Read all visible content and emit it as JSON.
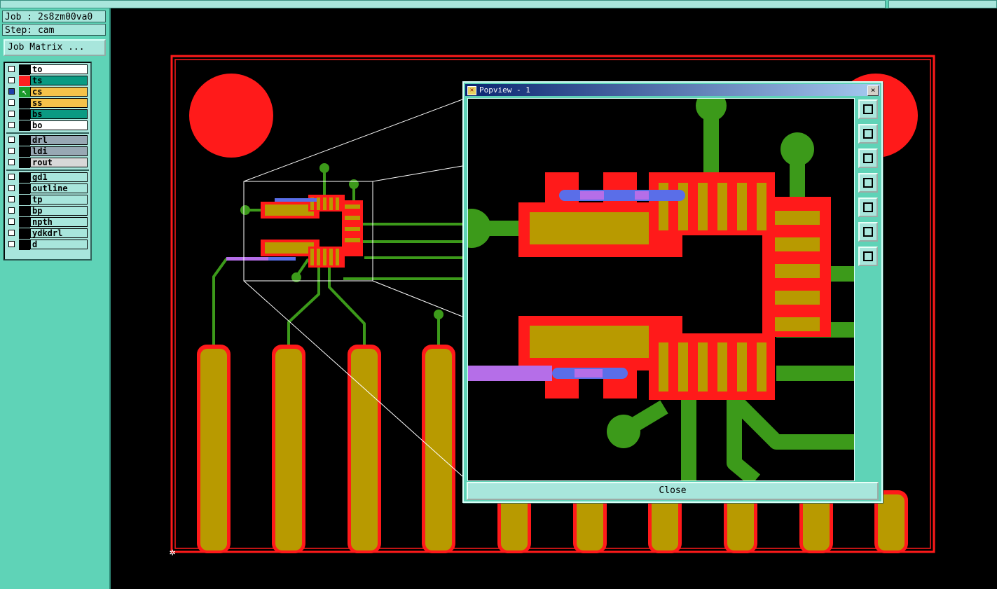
{
  "job": {
    "label": "Job : 2s8zm00va0",
    "step": "Step: cam",
    "matrix_button": "Job Matrix ..."
  },
  "layers": [
    {
      "name": "to",
      "color": "#ffffff",
      "swatch": "",
      "group": 0
    },
    {
      "name": "ts",
      "color": "#0a9a82",
      "swatch": "#ff2020",
      "group": 0
    },
    {
      "name": "cs",
      "color": "#f5c24a",
      "swatch": "#1a9a2a",
      "group": 0,
      "active": true
    },
    {
      "name": "ss",
      "color": "#f5c24a",
      "swatch": "",
      "group": 0
    },
    {
      "name": "bs",
      "color": "#0a9a82",
      "swatch": "",
      "group": 0
    },
    {
      "name": "bo",
      "color": "#ffffff",
      "swatch": "",
      "group": 0
    },
    {
      "name": "drl",
      "color": "#98a8b4",
      "swatch": "",
      "group": 1
    },
    {
      "name": "ldi",
      "color": "#98a8b4",
      "swatch": "",
      "group": 1
    },
    {
      "name": "rout",
      "color": "#d8d8d8",
      "swatch": "",
      "group": 1
    },
    {
      "name": "gd1",
      "color": "#a8e6dc",
      "swatch": "",
      "group": 2
    },
    {
      "name": "outline",
      "color": "#a8e6dc",
      "swatch": "",
      "group": 2
    },
    {
      "name": "tp",
      "color": "#a8e6dc",
      "swatch": "",
      "group": 2
    },
    {
      "name": "bp",
      "color": "#a8e6dc",
      "swatch": "",
      "group": 2
    },
    {
      "name": "npth",
      "color": "#a8e6dc",
      "swatch": "",
      "group": 2
    },
    {
      "name": "ydkdrl",
      "color": "#a8e6dc",
      "swatch": "",
      "group": 2
    },
    {
      "name": "d",
      "color": "#a8e6dc",
      "swatch": "",
      "group": 2
    }
  ],
  "popview": {
    "title": "Popview - 1",
    "close_label": "Close",
    "close_x": "×"
  },
  "colors": {
    "copper": "#b89a00",
    "mask": "#ff1a1a",
    "trace": "#3c9a1a",
    "highlight": "#5a6ee8",
    "paste": "#b56ee8",
    "panel": "#5fd3b7"
  }
}
